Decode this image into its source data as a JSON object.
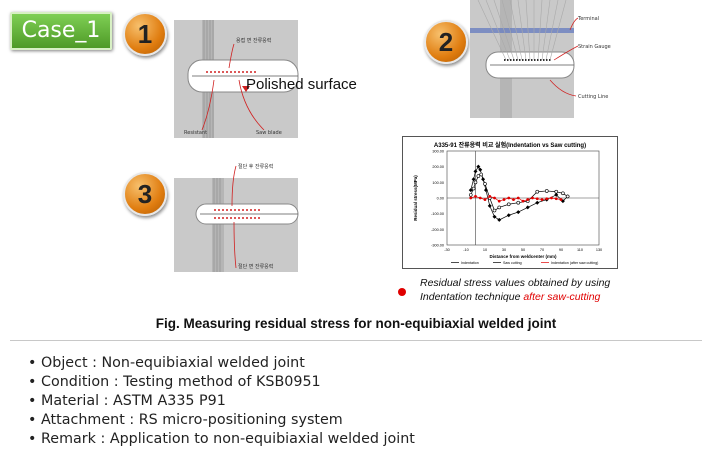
{
  "case_label": "Case_1",
  "step_numbers": [
    "1",
    "2",
    "3"
  ],
  "diagram1": {
    "callout_top": "용접 면 잔류응력",
    "polished_label": "Polished surface",
    "label_left": "Resistant",
    "label_right": "Saw blade"
  },
  "diagram2": {
    "label_terminal": "Terminal",
    "label_strain_gauge": "Strain Gauge",
    "label_cutting_line": "Cutting Line"
  },
  "diagram3": {
    "label_top": "절단 후 잔류응력",
    "label_bottom": "절단 면 잔류응력"
  },
  "chart_data": {
    "type": "line",
    "title": "A335-91 잔류응력 비교 실험(Indentation vs Saw cutting)",
    "xlabel": "Distance from weldcenter (mm)",
    "ylabel": "Residual stress(MPa)",
    "xlim": [
      -30,
      130
    ],
    "ylim": [
      -300,
      300
    ],
    "x_ticks": [
      "-30",
      "-10",
      "10",
      "30",
      "50",
      "70",
      "90",
      "110",
      "130"
    ],
    "y_ticks": [
      "300.00",
      "200.00",
      "100.00",
      "0.00",
      "-100.00",
      "-200.00",
      "-300.00"
    ],
    "grid": false,
    "series": [
      {
        "name": "Indentation",
        "color": "#000000",
        "marker": "filled-diamond",
        "x": [
          -5,
          -2,
          0,
          3,
          5,
          8,
          11,
          15,
          20,
          25,
          35,
          45,
          55,
          65,
          75,
          85,
          92,
          97
        ],
        "y": [
          50,
          120,
          170,
          200,
          180,
          120,
          50,
          -50,
          -120,
          -140,
          -110,
          -90,
          -60,
          -30,
          -10,
          20,
          -20,
          10
        ]
      },
      {
        "name": "Saw cutting",
        "color": "#000000",
        "marker": "open-circle",
        "x": [
          -5,
          -2,
          0,
          3,
          6,
          10,
          15,
          20,
          25,
          35,
          45,
          55,
          65,
          75,
          85,
          92,
          97
        ],
        "y": [
          20,
          60,
          100,
          140,
          150,
          90,
          0,
          -80,
          -60,
          -40,
          -30,
          -20,
          40,
          45,
          40,
          30,
          10
        ]
      },
      {
        "name": "Indentation (after saw cutting)",
        "color": "#e00000",
        "marker": "filled-circle",
        "x": [
          -5,
          0,
          5,
          10,
          15,
          20,
          25,
          30,
          35,
          40,
          45,
          50,
          55,
          60,
          65,
          70,
          75,
          80,
          85,
          90
        ],
        "y": [
          0,
          10,
          0,
          -10,
          10,
          0,
          -20,
          -10,
          0,
          -10,
          0,
          -20,
          -10,
          0,
          -5,
          -10,
          -5,
          0,
          -5,
          -10
        ]
      }
    ],
    "legend_position": "bottom"
  },
  "legend_note": {
    "line1": "Residual stress values obtained by using",
    "line2_prefix": "Indentation technique ",
    "line2_highlight": "after saw-cutting"
  },
  "figure_caption": "Fig. Measuring residual stress for non-equibiaxial welded joint",
  "bullets": [
    "Object : Non-equibiaxial welded joint",
    "Condition : Testing method of KSB0951",
    "Material : ASTM A335 P91",
    "Attachment : RS micro-positioning system",
    "Remark : Application to non-equibiaxial welded joint"
  ]
}
